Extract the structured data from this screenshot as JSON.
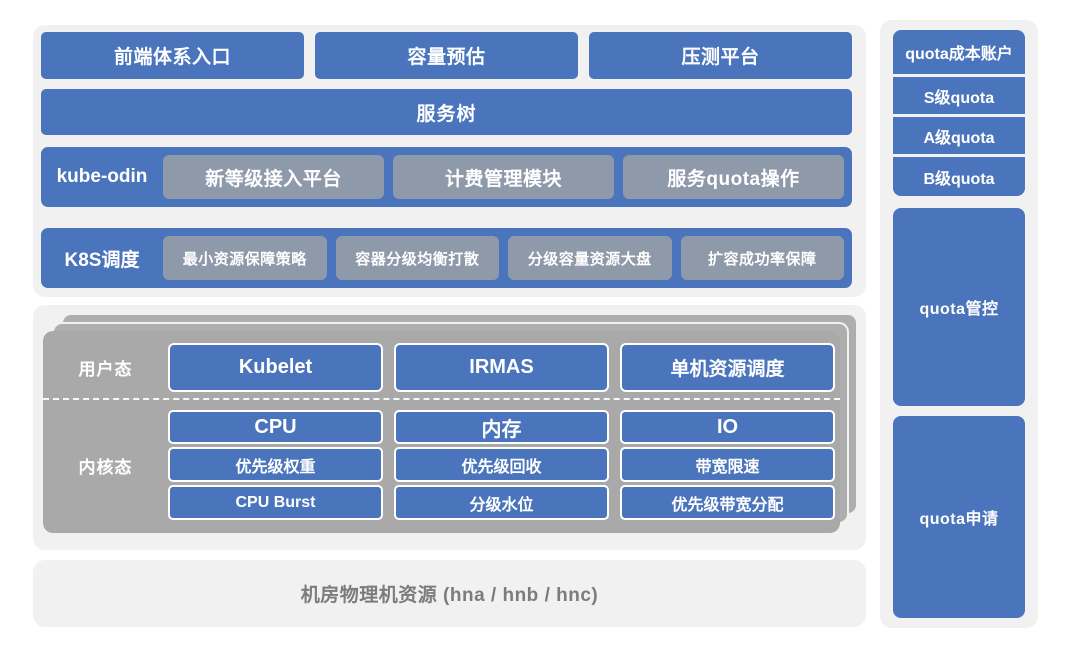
{
  "colors": {
    "accent_blue": "#4a74bc",
    "chip_gray": "#8e99a9",
    "card_gray": "#a9a9a9",
    "panel_bg": "#f1f1f2",
    "muted_text": "#7c7c7c",
    "white_text": "#ffffff"
  },
  "top_panel": {
    "row1": [
      "前端体系入口",
      "容量预估",
      "压测平台"
    ],
    "service_tree": "服务树",
    "kube_odin": {
      "label": "kube-odin",
      "items": [
        "新等级接入平台",
        "计费管理模块",
        "服务quota操作"
      ]
    },
    "k8s_sched": {
      "label": "K8S调度",
      "items": [
        "最小资源保障策略",
        "容器分级均衡打散",
        "分级容量资源大盘",
        "扩容成功率保障"
      ]
    }
  },
  "node_card": {
    "user_mode": {
      "label": "用户态",
      "items": [
        "Kubelet",
        "IRMAS",
        "单机资源调度"
      ]
    },
    "kernel_mode": {
      "label": "内核态",
      "columns": [
        {
          "header": "CPU",
          "items": [
            "优先级权重",
            "CPU Burst"
          ]
        },
        {
          "header": "内存",
          "items": [
            "优先级回收",
            "分级水位"
          ]
        },
        {
          "header": "IO",
          "items": [
            "带宽限速",
            "优先级带宽分配"
          ]
        }
      ]
    }
  },
  "bottom_bar": {
    "label": "机房物理机资源 (hna / hnb / hnc)"
  },
  "sidebar": {
    "quota_group": [
      "quota成本账户",
      "S级quota",
      "A级quota",
      "B级quota"
    ],
    "quota_control": "quota管控",
    "quota_apply": "quota申请"
  }
}
